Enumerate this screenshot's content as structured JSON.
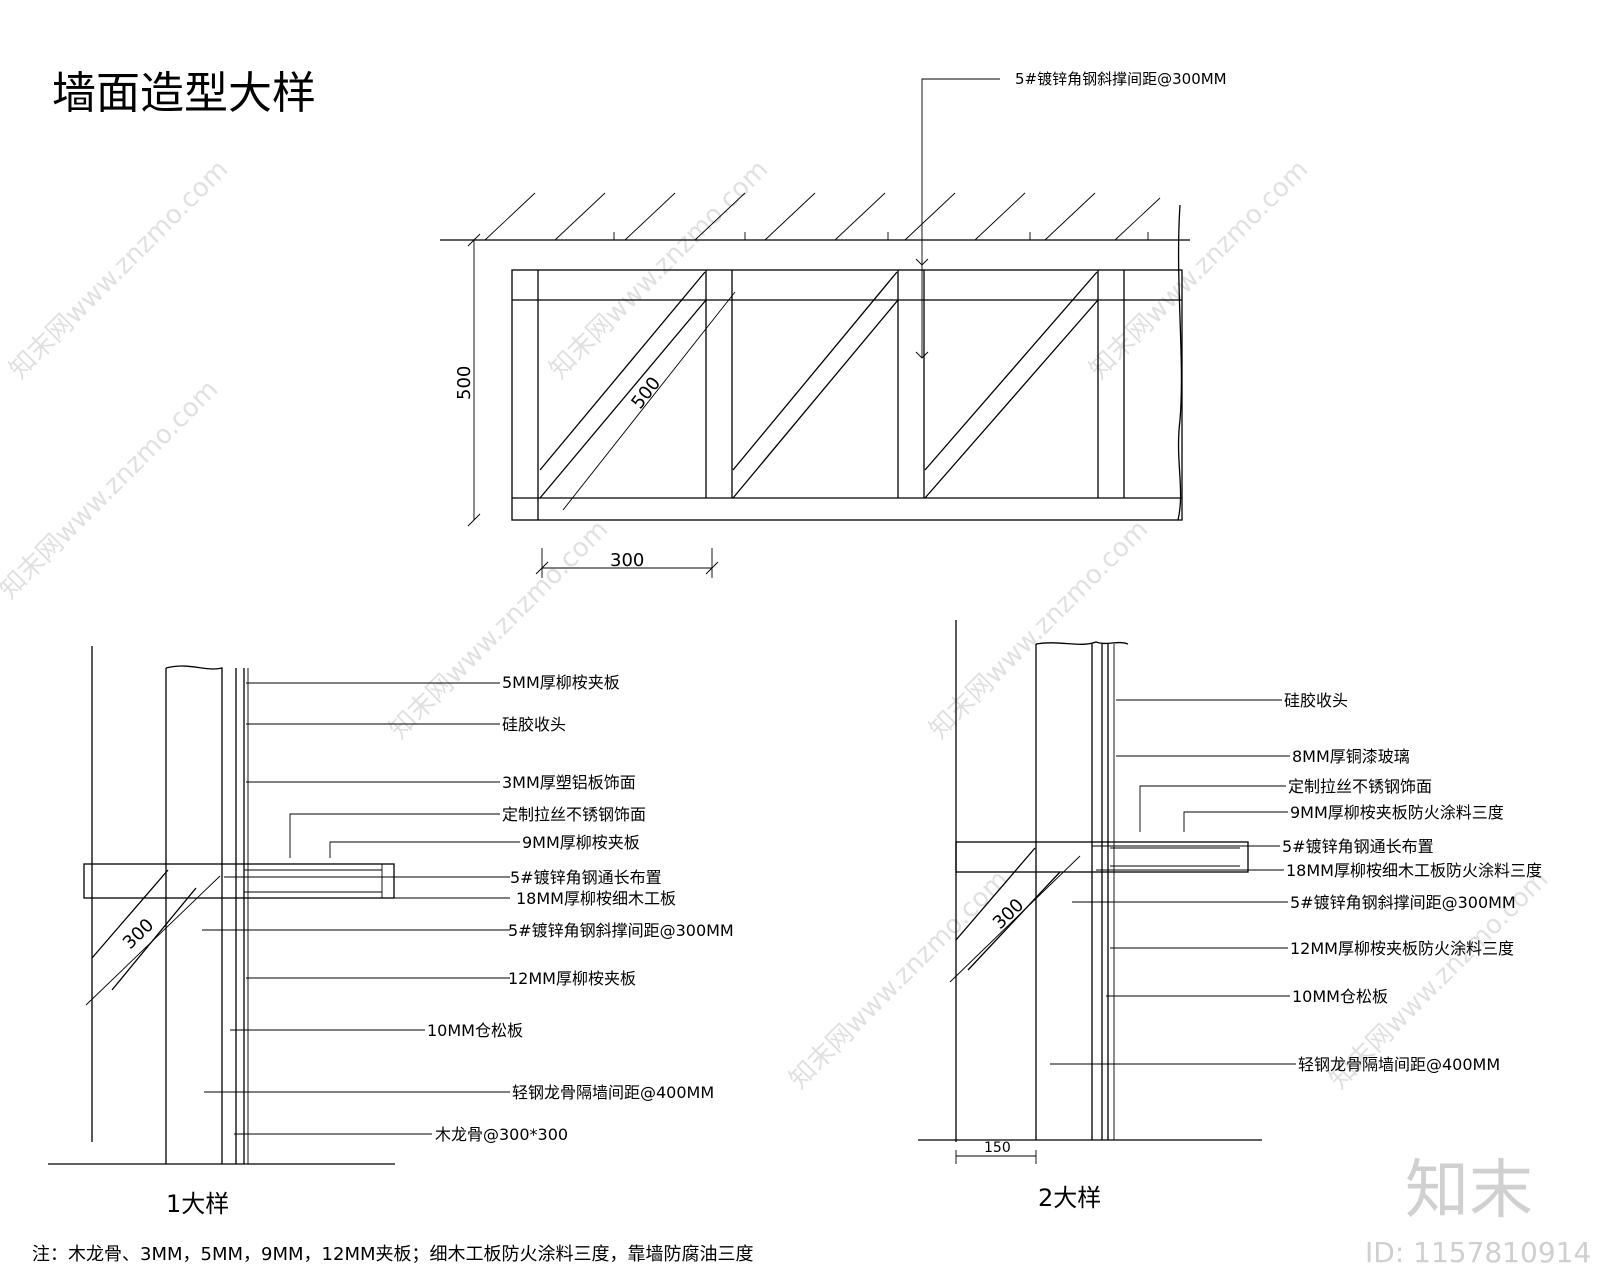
{
  "title": "墙面造型大样",
  "elevation": {
    "top_note": "5#镀锌角钢斜撑间距@300MM",
    "dim_height": "500",
    "dim_diagonal": "500",
    "dim_width": "300"
  },
  "detail1": {
    "label": "1大样",
    "dim_brace": "300",
    "callouts": [
      "5MM厚柳桉夹板",
      "硅胶收头",
      "3MM厚塑铝板饰面",
      "定制拉丝不锈钢饰面",
      "9MM厚柳桉夹板",
      "5#镀锌角钢通长布置",
      "18MM厚柳桉细木工板",
      "5#镀锌角钢斜撑间距@300MM",
      "12MM厚柳桉夹板",
      "10MM仓松板",
      "轻钢龙骨隔墙间距@400MM",
      "木龙骨@300*300"
    ]
  },
  "detail2": {
    "label": "2大样",
    "dim_brace": "300",
    "dim_bottom": "150",
    "callouts": [
      "硅胶收头",
      "8MM厚铜漆玻璃",
      "定制拉丝不锈钢饰面",
      "9MM厚柳桉夹板防火涂料三度",
      "5#镀锌角钢通长布置",
      "18MM厚柳桉细木工板防火涂料三度",
      "5#镀锌角钢斜撑间距@300MM",
      "12MM厚柳桉夹板防火涂料三度",
      "10MM仓松板",
      "轻钢龙骨隔墙间距@400MM"
    ]
  },
  "footnote": "注：木龙骨、3MM，5MM，9MM，12MM夹板；细木工板防火涂料三度，靠墙防腐油三度",
  "watermark": {
    "brand": "知末",
    "site": "知末网www.znzmo.com",
    "id": "ID: 1157810914"
  }
}
